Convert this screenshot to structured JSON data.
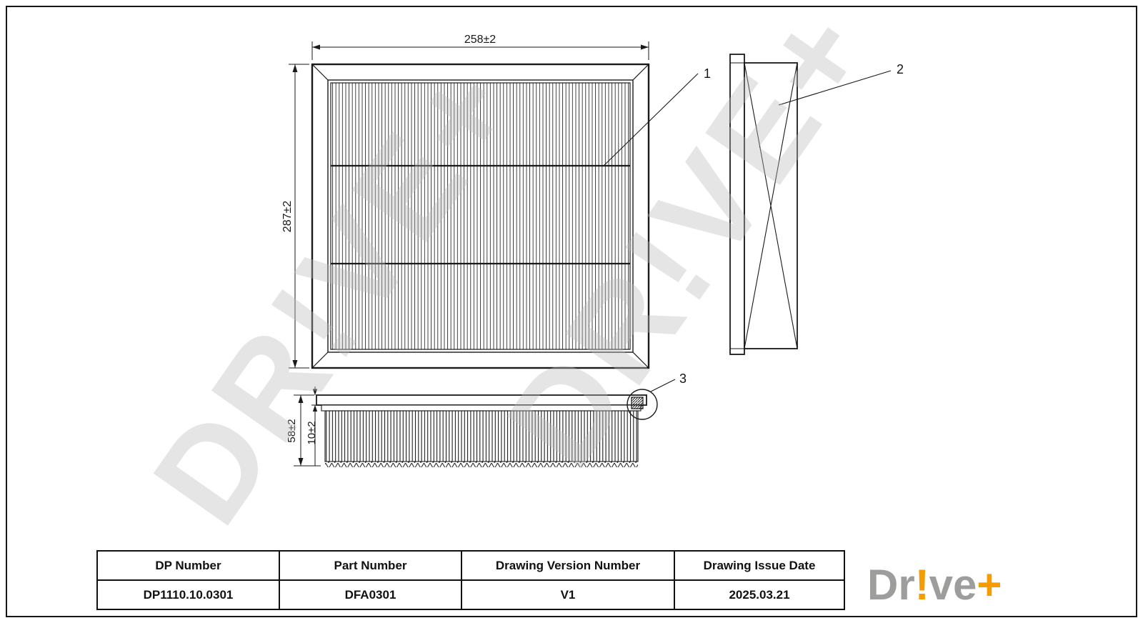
{
  "colors": {
    "line": "#1a1a1a",
    "logo_gray": "#9d9d9c",
    "logo_orange": "#f59c00",
    "watermark_gray": "#bababa"
  },
  "watermark_text": "DR!VE+",
  "drawing": {
    "top_view": {
      "width_dim": "258±2",
      "height_dim": "287±2",
      "callout": "1"
    },
    "side_view": {
      "callout": "2"
    },
    "profile_view": {
      "overall_height_dim": "58±2",
      "frame_height_dim": "10±2",
      "detail_callout": "3"
    }
  },
  "title_block": {
    "headers": [
      "DP Number",
      "Part Number",
      "Drawing Version Number",
      "Drawing Issue Date"
    ],
    "values": [
      "DP1110.10.0301",
      "DFA0301",
      "V1",
      "2025.03.21"
    ]
  },
  "logo": {
    "dr": "Dr",
    "exclamation": "!",
    "ve": "ve",
    "plus": "+"
  }
}
